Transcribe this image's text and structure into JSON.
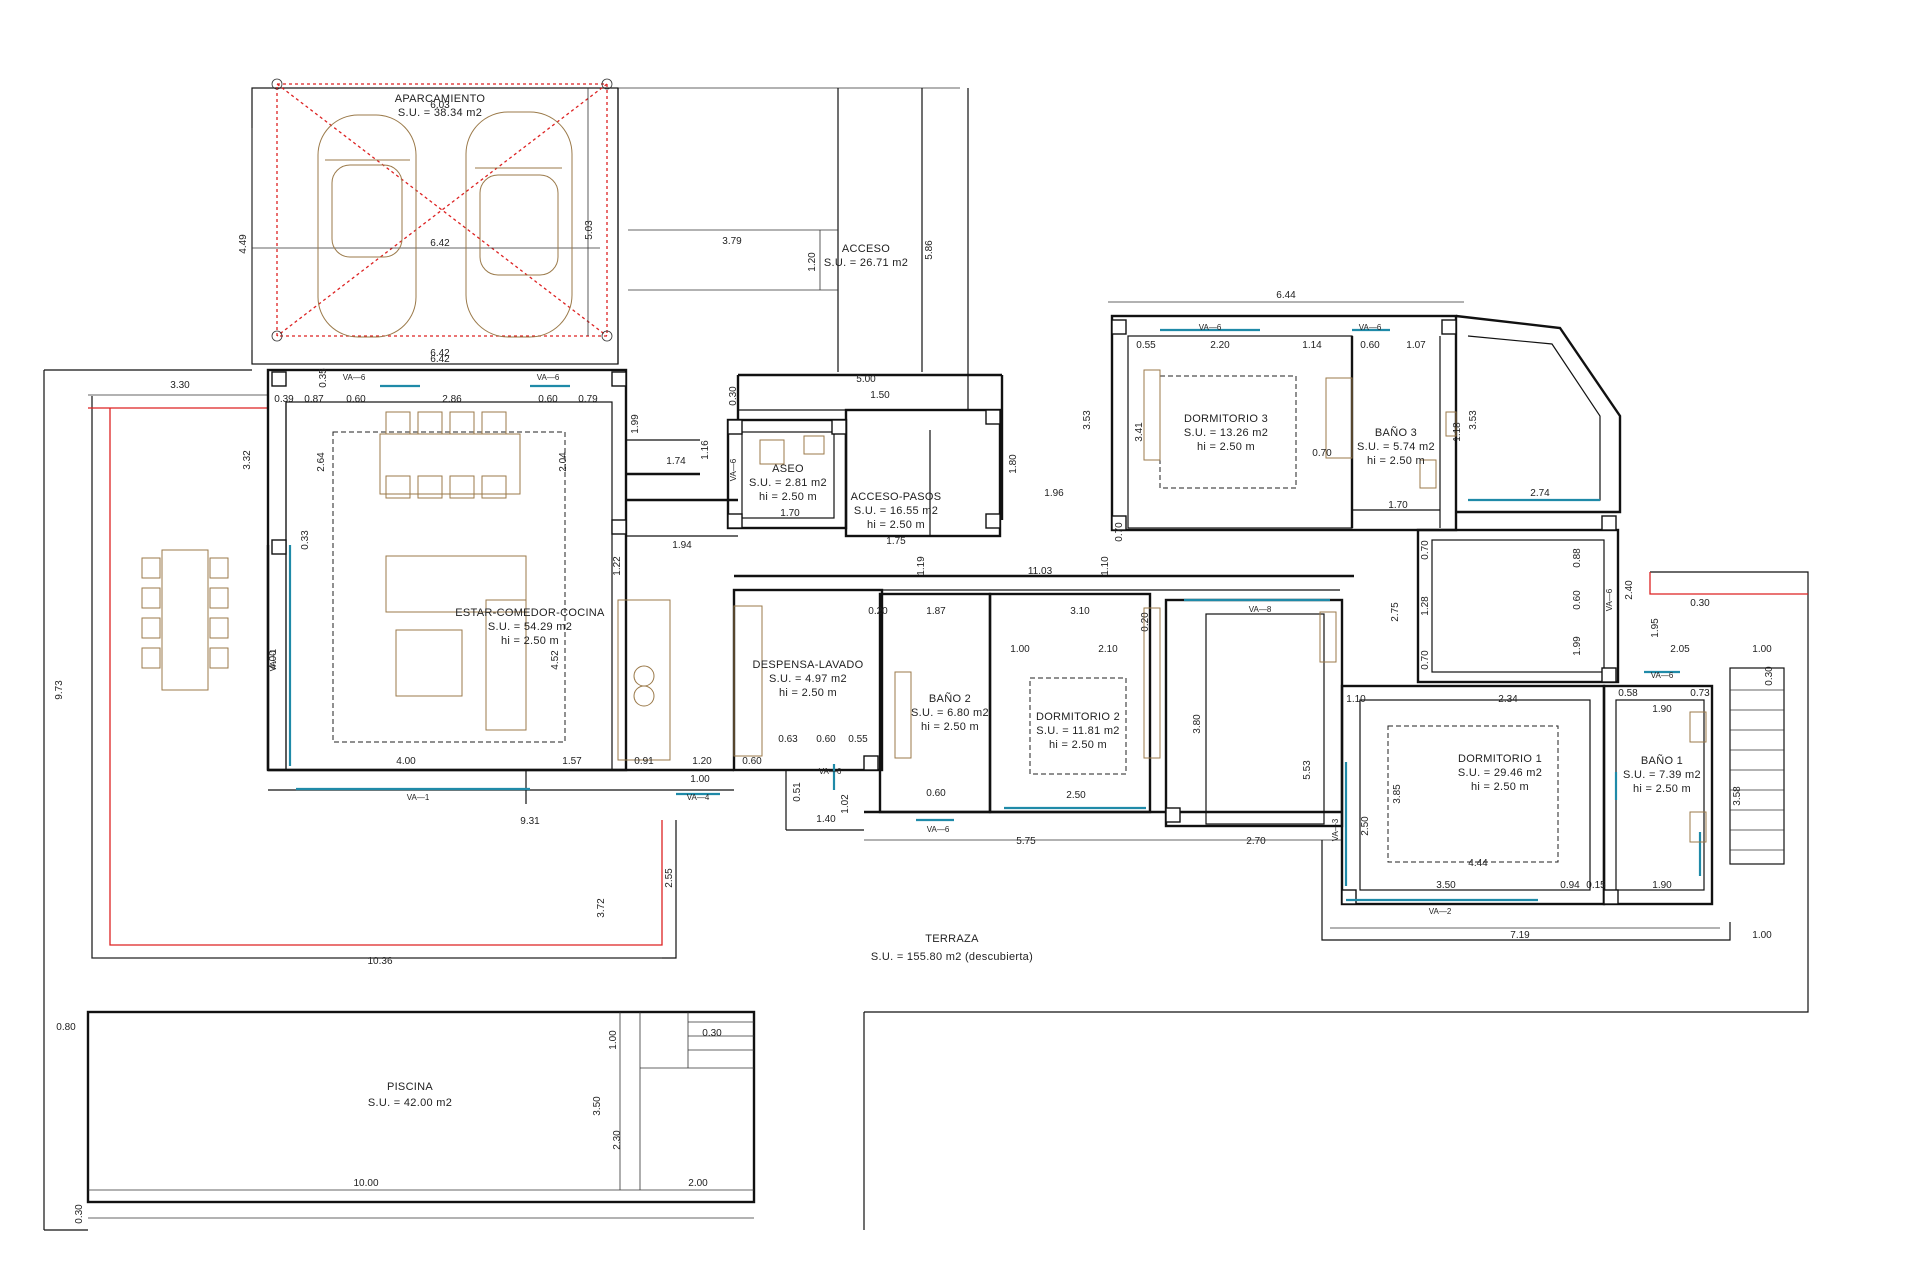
{
  "rooms": {
    "aparcamiento": {
      "name": "APARCAMIENTO",
      "area": "S.U. = 38.34 m2"
    },
    "acceso": {
      "name": "ACCESO",
      "area": "S.U. = 26.71 m2"
    },
    "aseo": {
      "name": "ASEO",
      "area": "S.U. = 2.81 m2",
      "height": "hi = 2.50 m"
    },
    "acceso_pasos": {
      "name": "ACCESO-PASOS",
      "area": "S.U. = 16.55 m2",
      "height": "hi = 2.50 m"
    },
    "estar": {
      "name": "ESTAR-COMEDOR-COCINA",
      "area": "S.U. = 54.29 m2",
      "height": "hi = 2.50 m"
    },
    "despensa": {
      "name": "DESPENSA-LAVADO",
      "area": "S.U. = 4.97 m2",
      "height": "hi = 2.50 m"
    },
    "bano2": {
      "name": "BAÑO 2",
      "area": "S.U. = 6.80 m2",
      "height": "hi = 2.50 m"
    },
    "dormitorio2": {
      "name": "DORMITORIO 2",
      "area": "S.U. = 11.81 m2",
      "height": "hi = 2.50 m"
    },
    "dormitorio3": {
      "name": "DORMITORIO 3",
      "area": "S.U. = 13.26 m2",
      "height": "hi = 2.50 m"
    },
    "bano3": {
      "name": "BAÑO 3",
      "area": "S.U. = 5.74 m2",
      "height": "hi = 2.50 m"
    },
    "dormitorio1": {
      "name": "DORMITORIO 1",
      "area": "S.U. = 29.46 m2",
      "height": "hi = 2.50 m"
    },
    "bano1": {
      "name": "BAÑO 1",
      "area": "S.U. = 7.39 m2",
      "height": "hi = 2.50 m"
    },
    "terraza": {
      "name": "TERRAZA",
      "area": "S.U. = 155.80 m2 (descubierta)"
    },
    "piscina": {
      "name": "PISCINA",
      "area": "S.U. = 42.00 m2"
    }
  },
  "dimensions": {
    "d6_42_top": "6.42",
    "d6_42_mid": "6.42",
    "d6_42_bot": "6.42",
    "d6_03": "6.03",
    "d4_49": "4.49",
    "d5_03": "5.03",
    "d3_79": "3.79",
    "d1_20": "1.20",
    "d5_86": "5.86",
    "d6_44": "6.44",
    "d3_30": "3.30",
    "d3_32": "3.32",
    "d9_73": "9.73",
    "d0_39": "0.39",
    "d0_87": "0.87",
    "d0_60a": "0.60",
    "d2_86": "2.86",
    "d0_60b": "0.60",
    "d0_79": "0.79",
    "d0_35": "0.35",
    "d2_64": "2.64",
    "d2_04": "2.04",
    "d1_99": "1.99",
    "d1_16": "1.16",
    "d1_74": "1.74",
    "d0_30": "0.30",
    "d5_00": "5.00",
    "d1_50": "1.50",
    "d1_70a": "1.70",
    "d1_75": "1.75",
    "d1_80": "1.80",
    "d1_96": "1.96",
    "d3_53a": "3.53",
    "d3_41": "3.41",
    "d0_55": "0.55",
    "d2_20": "2.20",
    "d1_14": "1.14",
    "d0_60c": "0.60",
    "d1_07": "1.07",
    "d0_70a": "0.70",
    "d1_70b": "1.70",
    "d3_53b": "3.53",
    "d2_74": "2.74",
    "d1_94": "1.94",
    "d1_22": "1.22",
    "d1_19": "1.19",
    "d11_03": "11.03",
    "d1_10a": "1.10",
    "d0_20": "0.20",
    "d1_87": "1.87",
    "d3_10": "3.10",
    "d1_00a": "1.00",
    "d2_10": "2.10",
    "d0_20b": "0.20",
    "d4_00a": "4.00",
    "d4_00b": "4.00",
    "d4_52": "4.52",
    "d0_33": "0.33",
    "d1_57": "1.57",
    "d0_91": "0.91",
    "d1_20b": "1.20",
    "d0_60d": "0.60",
    "d1_00b": "1.00",
    "d0_51": "0.51",
    "d1_02": "1.02",
    "d1_40": "1.40",
    "d9_31": "9.31",
    "d2_55": "2.55",
    "d3_72": "3.72",
    "d10_36": "10.36",
    "d0_63": "0.63",
    "d0_60e": "0.60",
    "d0_55b": "0.55",
    "d0_60f": "0.60",
    "d2_50a": "2.50",
    "d5_75": "5.75",
    "d2_70": "2.70",
    "d3_80": "3.80",
    "d5_53": "5.53",
    "d2_75": "2.75",
    "d1_28": "1.28",
    "d0_70b": "0.70",
    "d0_88": "0.88",
    "d0_60g": "0.60",
    "d1_99b": "1.99",
    "d0_70c": "0.70",
    "d1_10b": "1.10",
    "d2_34": "2.34",
    "d3_85": "3.85",
    "d4_44": "4.44",
    "d3_50a": "3.50",
    "d0_94": "0.94",
    "d0_15": "0.15",
    "d1_90a": "1.90",
    "d1_90b": "1.90",
    "d2_50b": "2.50",
    "d0_58": "0.58",
    "d0_73": "0.73",
    "d7_19": "7.19",
    "d1_00c": "1.00",
    "d2_05": "2.05",
    "d1_00d": "1.00",
    "d0_30b": "0.30",
    "d0_30c": "0.30",
    "d1_95": "1.95",
    "d2_40": "2.40",
    "d3_58": "3.58",
    "d0_80": "0.80",
    "d1_00e": "1.00",
    "d3_50b": "3.50",
    "d2_30": "2.30",
    "d0_30d": "0.30",
    "d10_00": "10.00",
    "d2_00": "2.00",
    "d0_30e": "0.30",
    "d0_70d": "0.70",
    "d1_18": "1.18"
  },
  "window_tags": {
    "va1a": "VA—1",
    "va1b": "VA—1",
    "va4": "VA—4",
    "va6a": "VA—6",
    "va6b": "VA—6",
    "va6c": "VA—6",
    "va6d": "VA—6",
    "va6e": "VA—6",
    "va6f": "VA—6",
    "va6g": "VA—6",
    "va6h": "VA—6",
    "va8": "VA—8",
    "va3": "VA—3",
    "va2": "VA—2",
    "va6i": "VA—6"
  },
  "colors": {
    "wall": "#111111",
    "dimension_red": "#dd2222",
    "window_cyan": "#1f8aa8",
    "furniture": "#9b7a4a"
  }
}
